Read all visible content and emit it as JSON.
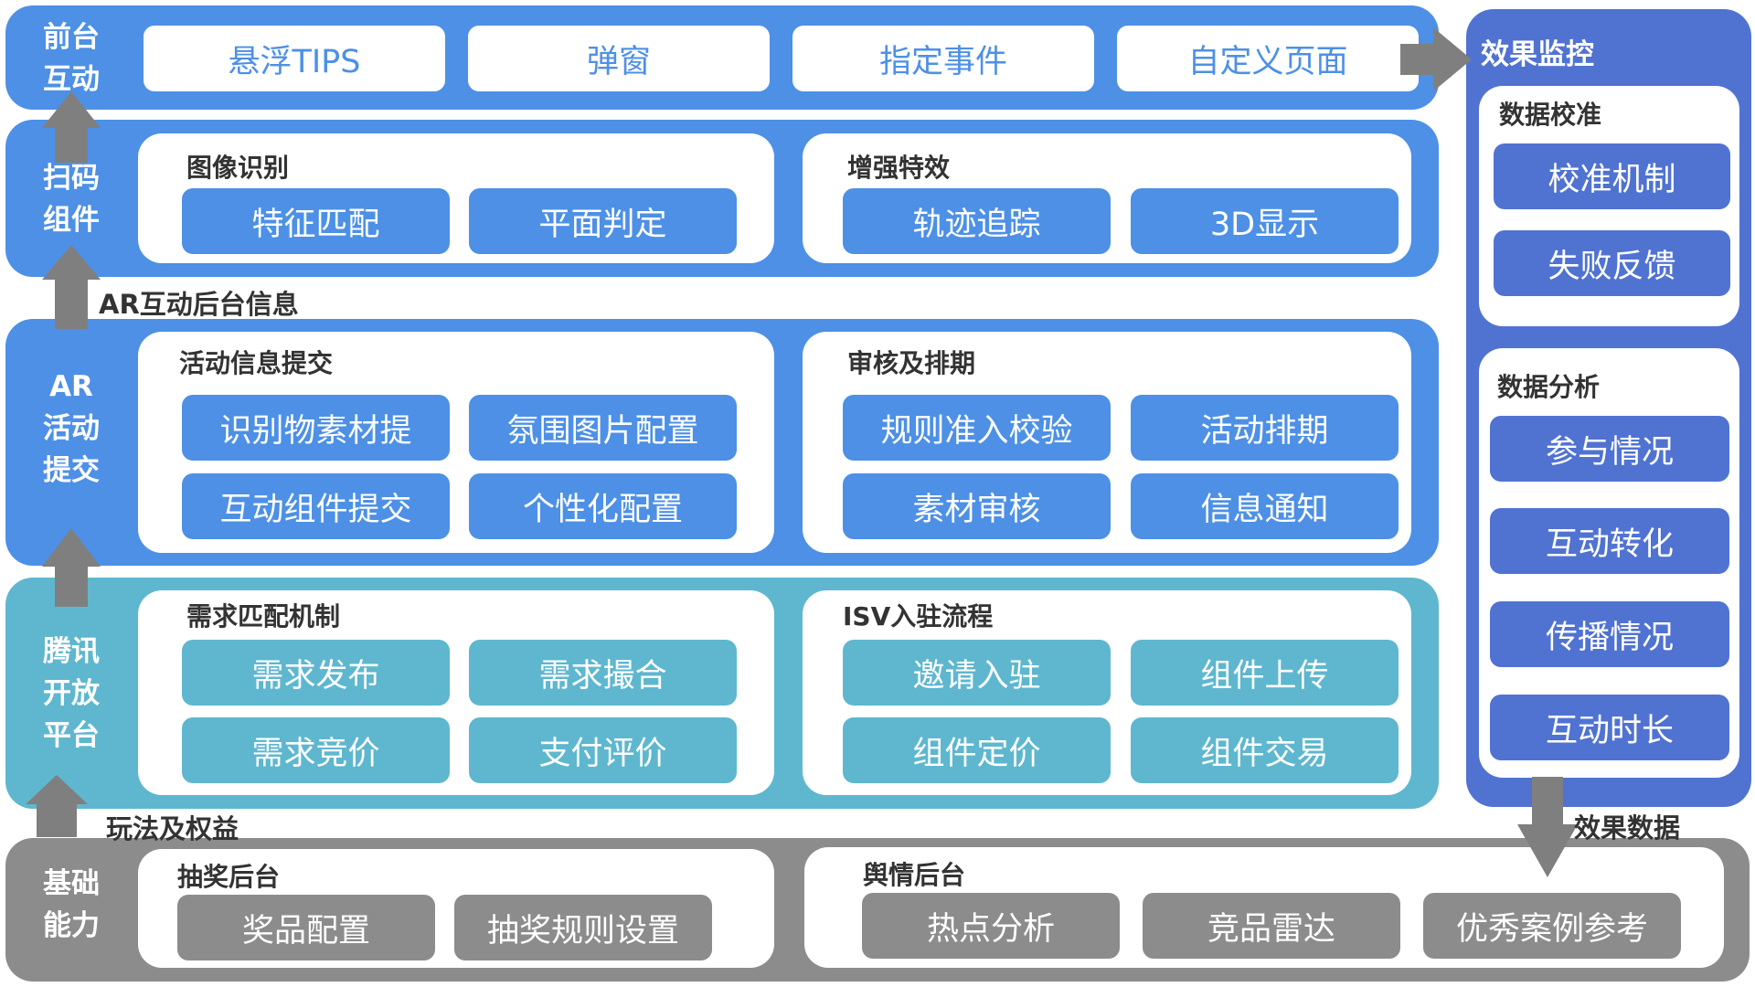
{
  "colors": {
    "blue": "#4d90e6",
    "teal": "#5eb7cf",
    "gray": "#8c8c8c",
    "indigo": "#5073d2",
    "arrow": "#7f7f7f"
  },
  "front": {
    "label": "前台\n互动",
    "items": [
      "悬浮TIPS",
      "弹窗",
      "指定事件",
      "自定义页面"
    ]
  },
  "scan": {
    "label": "扫码\n组件",
    "image": {
      "title": "图像识别",
      "items": [
        "特征匹配",
        "平面判定"
      ]
    },
    "effects": {
      "title": "增强特效",
      "items": [
        "轨迹追踪",
        "3D显示"
      ]
    }
  },
  "ar_backend_note": "AR互动后台信息",
  "ar": {
    "label": "AR\n活动\n提交",
    "submit": {
      "title": "活动信息提交",
      "items": [
        "识别物素材提",
        "氛围图片配置",
        "互动组件提交",
        "个性化配置"
      ]
    },
    "review": {
      "title": "审核及排期",
      "items": [
        "规则准入校验",
        "活动排期",
        "素材审核",
        "信息通知"
      ]
    }
  },
  "tencent": {
    "label": "腾讯\n开放\n平台",
    "demand": {
      "title": "需求匹配机制",
      "items": [
        "需求发布",
        "需求撮合",
        "需求竞价",
        "支付评价"
      ]
    },
    "isv": {
      "title": "ISV入驻流程",
      "items": [
        "邀请入驻",
        "组件上传",
        "组件定价",
        "组件交易"
      ]
    }
  },
  "play_note": "玩法及权益",
  "basic": {
    "label": "基础\n能力",
    "lottery": {
      "title": "抽奖后台",
      "items": [
        "奖品配置",
        "抽奖规则设置"
      ]
    },
    "opinion": {
      "title": "舆情后台",
      "items": [
        "热点分析",
        "竞品雷达",
        "优秀案例参考"
      ]
    }
  },
  "monitor": {
    "title": "效果监控",
    "calibration": {
      "title": "数据校准",
      "items": [
        "校准机制",
        "失败反馈"
      ]
    },
    "analysis": {
      "title": "数据分析",
      "items": [
        "参与情况",
        "互动转化",
        "传播情况",
        "互动时长"
      ]
    }
  },
  "effect_note": "效果数据"
}
